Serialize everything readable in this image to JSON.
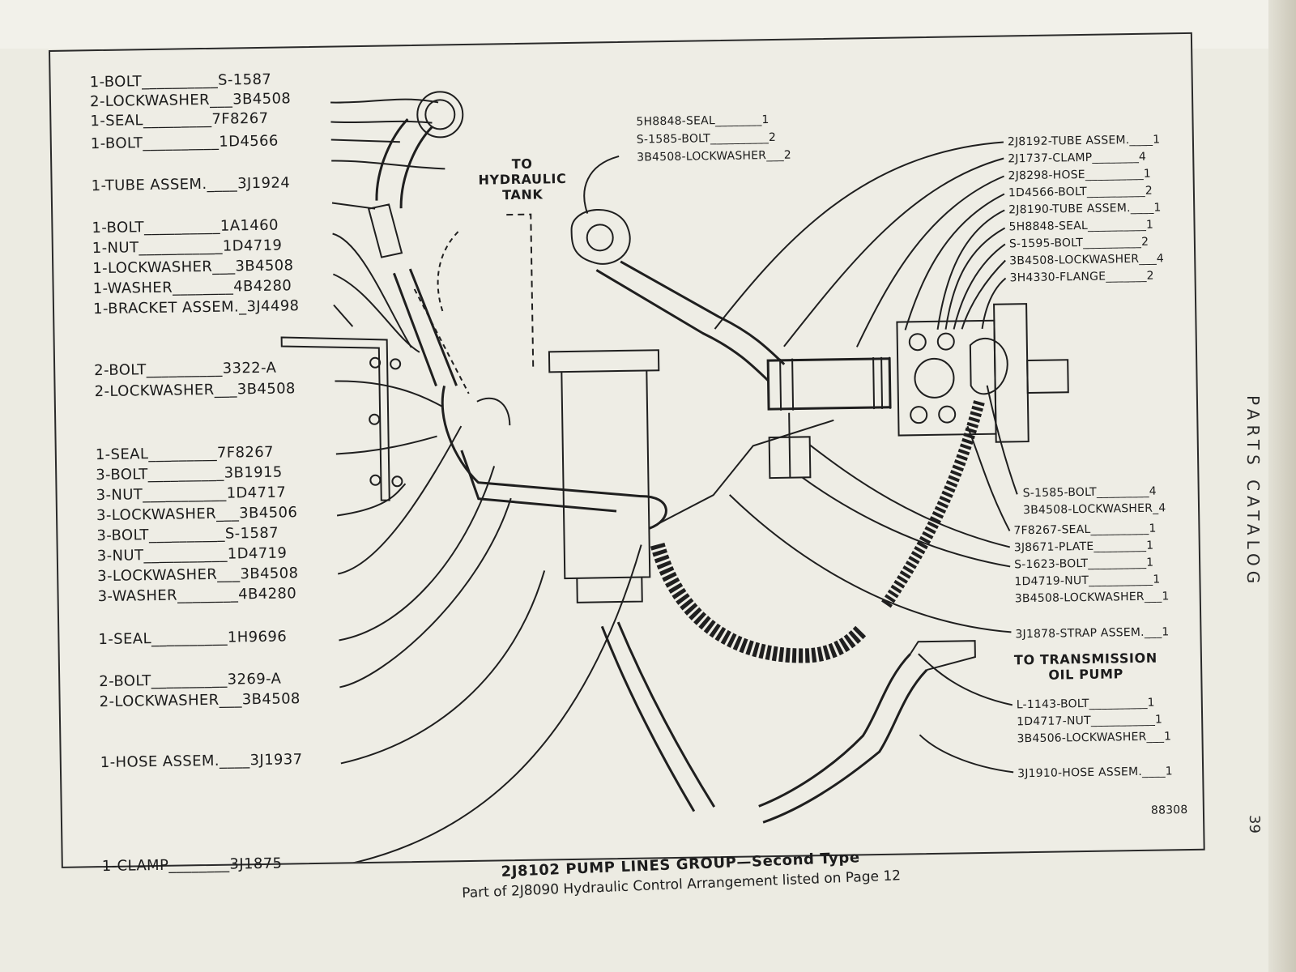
{
  "side_tab": "PARTS CATALOG",
  "page_number": "39",
  "figure_number": "88308",
  "caption": {
    "title": "2J8102 PUMP LINES GROUP—Second Type",
    "subtitle": "Part of 2J8090 Hydraulic Control Arrangement listed on Page 12"
  },
  "notes": {
    "hydraulic_tank": "TO\nHYDRAULIC\nTANK",
    "transmission_pump": "TO TRANSMISSION\nOIL PUMP"
  },
  "left_callouts": [
    "1-BOLT__________S-1587",
    "2-LOCKWASHER___3B4508",
    "1-SEAL_________7F8267",
    "1-BOLT__________1D4566",
    "1-TUBE ASSEM.____3J1924",
    "1-BOLT__________1A1460",
    "1-NUT___________1D4719",
    "1-LOCKWASHER___3B4508",
    "1-WASHER________4B4280",
    "1-BRACKET ASSEM._3J4498",
    "2-BOLT__________3322-A",
    "2-LOCKWASHER___3B4508",
    "1-SEAL_________7F8267",
    "3-BOLT__________3B1915",
    "3-NUT___________1D4717",
    "3-LOCKWASHER___3B4506",
    "3-BOLT__________S-1587",
    "3-NUT___________1D4719",
    "3-LOCKWASHER___3B4508",
    "3-WASHER________4B4280",
    "1-SEAL__________1H9696",
    "2-BOLT__________3269-A",
    "2-LOCKWASHER___3B4508",
    "1-HOSE ASSEM.____3J1937",
    "1-CLAMP________3J1875"
  ],
  "top_center_callouts": [
    "5H8848-SEAL________1",
    "S-1585-BOLT__________2",
    "3B4508-LOCKWASHER___2"
  ],
  "right_callouts": [
    "2J8192-TUBE ASSEM.____1",
    "2J1737-CLAMP________4",
    "2J8298-HOSE__________1",
    "1D4566-BOLT__________2",
    "2J8190-TUBE ASSEM.____1",
    "5H8848-SEAL__________1",
    "S-1595-BOLT__________2",
    "3B4508-LOCKWASHER___4",
    "3H4330-FLANGE_______2",
    "S-1585-BOLT_________4",
    "3B4508-LOCKWASHER_4",
    "7F8267-SEAL__________1",
    "3J8671-PLATE_________1",
    "S-1623-BOLT__________1",
    "1D4719-NUT___________1",
    "3B4508-LOCKWASHER___1",
    "3J1878-STRAP ASSEM.___1",
    "L-1143-BOLT__________1",
    "1D4717-NUT___________1",
    "3B4506-LOCKWASHER___1",
    "3J1910-HOSE ASSEM.____1"
  ]
}
